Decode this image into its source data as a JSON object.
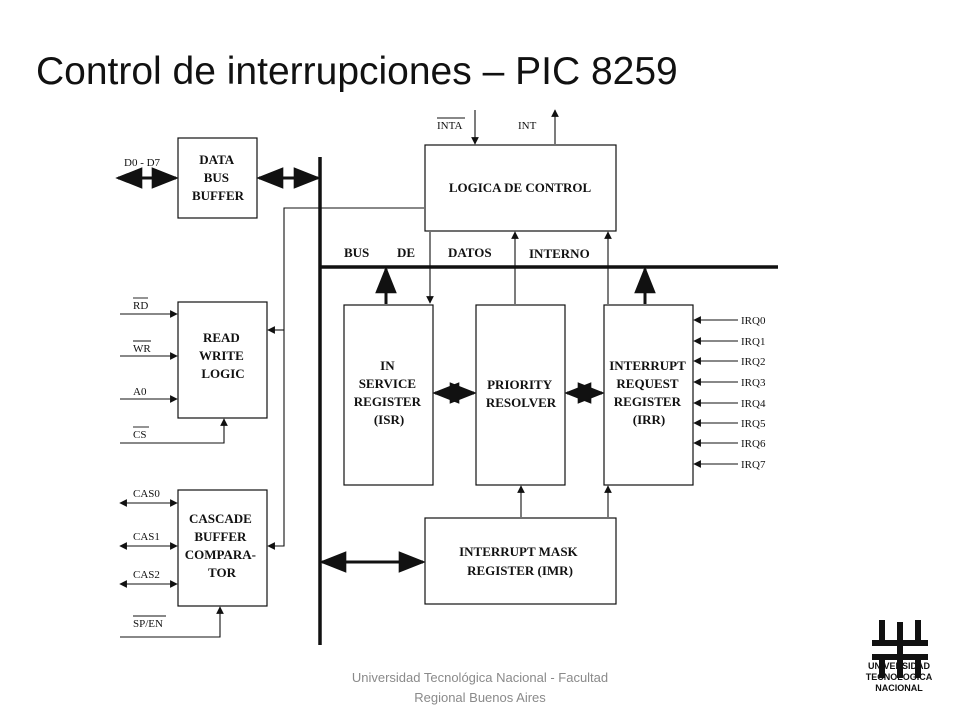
{
  "title": "Control de interrupciones – PIC 8259",
  "footer": {
    "line1": "Universidad Tecnológica Nacional - Facultad",
    "line2": "Regional Buenos Aires"
  },
  "logo": {
    "icon": "utn-logo-icon",
    "line1": "UNIVERSIDAD",
    "line2": "TECNOLOGICA",
    "line3": "NACIONAL"
  },
  "diagram": {
    "signals": {
      "data_bus": "D0 - D7",
      "rd": "RD",
      "wr": "WR",
      "a0": "A0",
      "cs": "CS",
      "cas0": "CAS0",
      "cas1": "CAS1",
      "cas2": "CAS2",
      "sp_en": "SP/EN",
      "inta": "INTA",
      "int": "INT"
    },
    "bus_words": [
      "BUS",
      "DE",
      "DATOS",
      "INTERNO"
    ],
    "irq_lines": [
      "IRQ0",
      "IRQ1",
      "IRQ2",
      "IRQ3",
      "IRQ4",
      "IRQ5",
      "IRQ6",
      "IRQ7"
    ],
    "blocks": {
      "data_bus_buffer": [
        "DATA",
        "BUS",
        "BUFFER"
      ],
      "read_write_logic": [
        "READ",
        "WRITE",
        "LOGIC"
      ],
      "cascade_buffer": [
        "CASCADE",
        "BUFFER",
        "COMPARA-",
        "TOR"
      ],
      "control_logic": [
        "LOGICA DE CONTROL"
      ],
      "isr": [
        "IN",
        "SERVICE",
        "REGISTER",
        "(ISR)"
      ],
      "priority_resolver": [
        "PRIORITY",
        "RESOLVER"
      ],
      "irr": [
        "INTERRUPT",
        "REQUEST",
        "REGISTER",
        "(IRR)"
      ],
      "imr": [
        "INTERRUPT MASK",
        "REGISTER (IMR)"
      ]
    }
  }
}
